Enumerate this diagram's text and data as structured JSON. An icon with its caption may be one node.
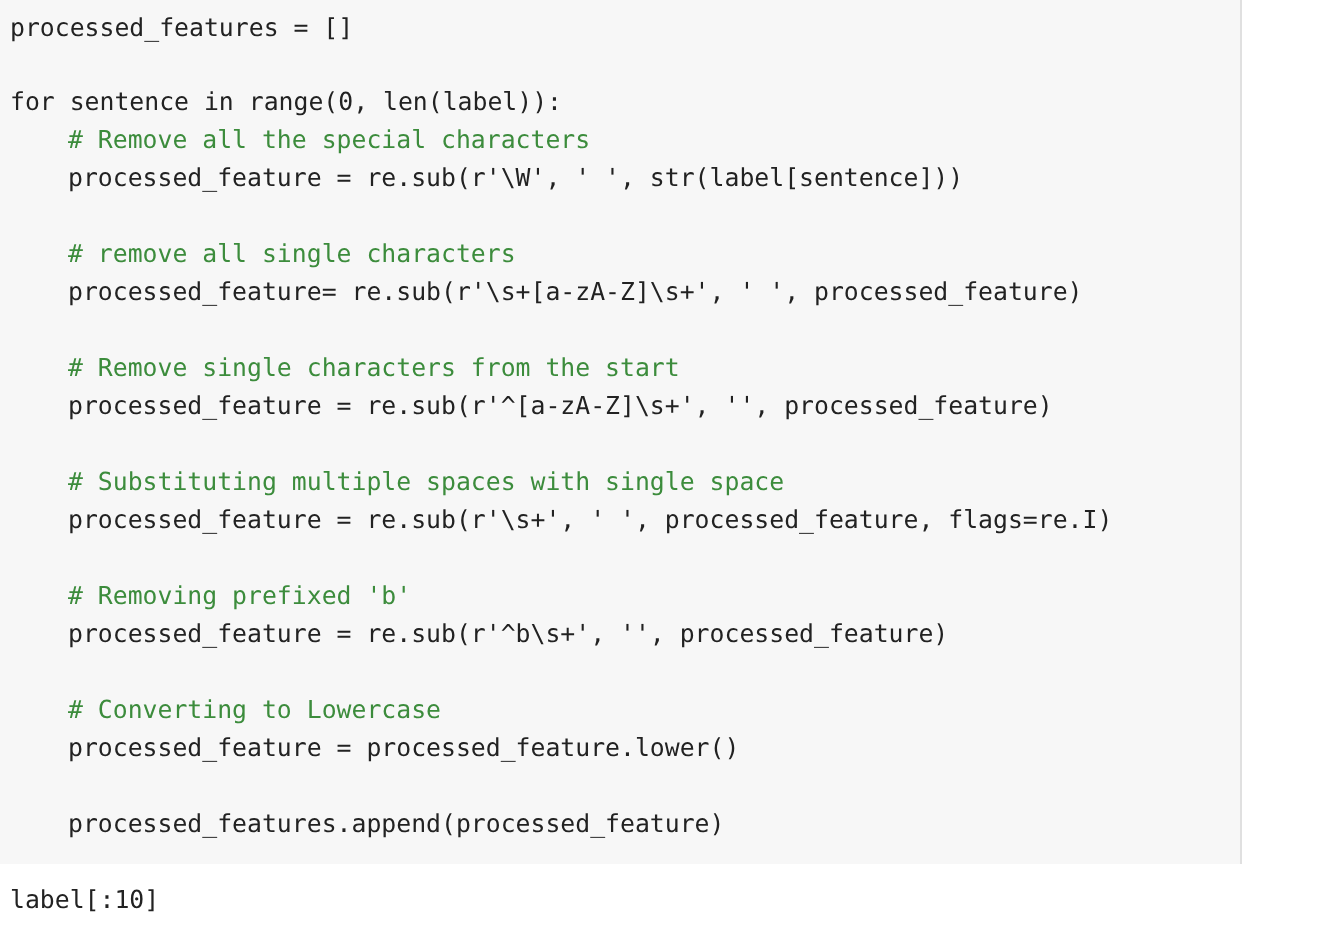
{
  "diagram": {
    "labels": [
      "processed_features = []",
      "for sentence in range(0, len(label)):",
      "# Remove all the special characters",
      "processed_feature = re.sub(r'\\W', ' ', str(label[sentence]))",
      "# remove all single characters",
      "processed_feature= re.sub(r'\\s+[a-zA-Z]\\s+', ' ', processed_feature)",
      "# Remove single characters from the start",
      "processed_feature = re.sub(r'^[a-zA-Z]\\s+', '', processed_feature)",
      "# Substituting multiple spaces with single space",
      "processed_feature = re.sub(r'\\s+', ' ', processed_feature, flags=re.I)",
      "# Removing prefixed 'b'",
      "processed_feature = re.sub(r'^b\\s+', '', processed_feature)",
      "# Converting to Lowercase",
      "processed_feature = processed_feature.lower()",
      "processed_features.append(processed_feature)",
      "label[:10]"
    ]
  }
}
